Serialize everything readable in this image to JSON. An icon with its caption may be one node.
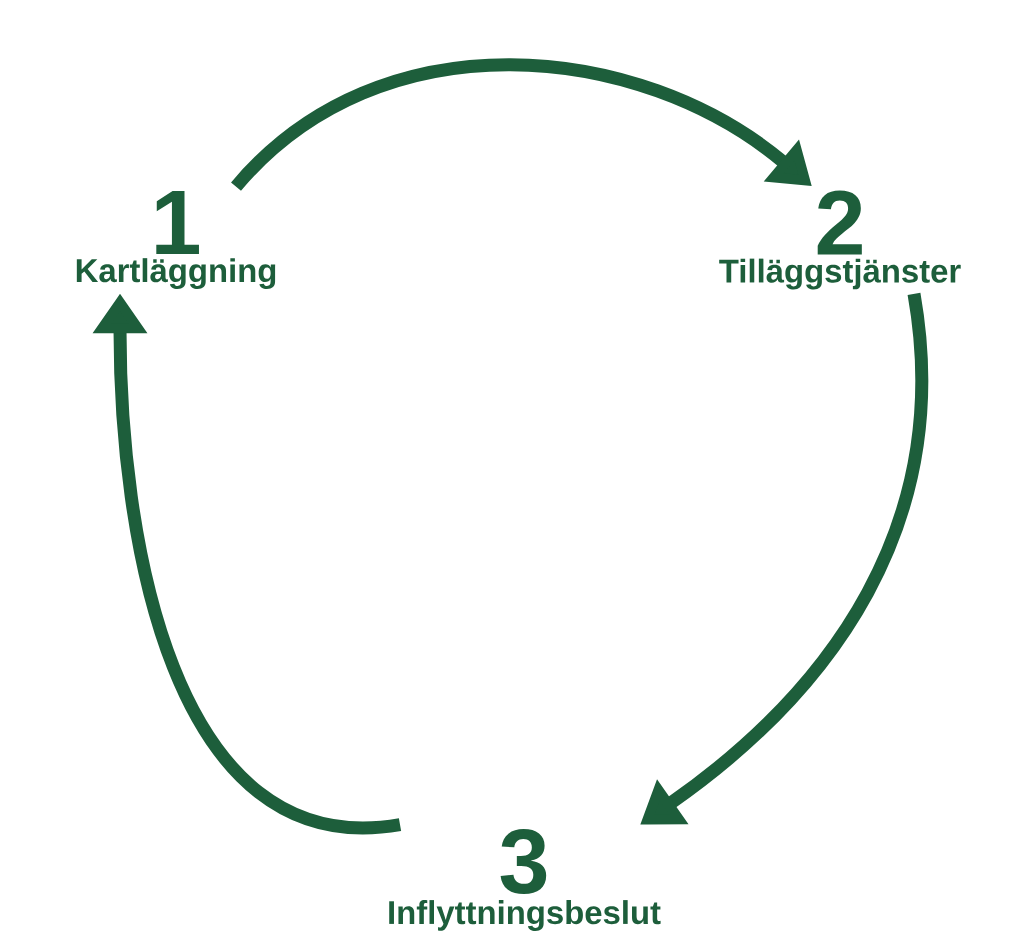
{
  "diagram": {
    "nodes": [
      {
        "text": [
          "1",
          "Kartläggning"
        ]
      },
      {
        "text": [
          "2",
          "Tilläggstjänster"
        ]
      },
      {
        "text": [
          "3",
          "Inflyttningsbeslut"
        ]
      }
    ],
    "edges": [
      {
        "from": 0,
        "to": 1,
        "arrow": "to"
      },
      {
        "from": 1,
        "to": 2,
        "arrow": "to"
      },
      {
        "from": 2,
        "to": 0,
        "arrow": "to"
      }
    ]
  }
}
